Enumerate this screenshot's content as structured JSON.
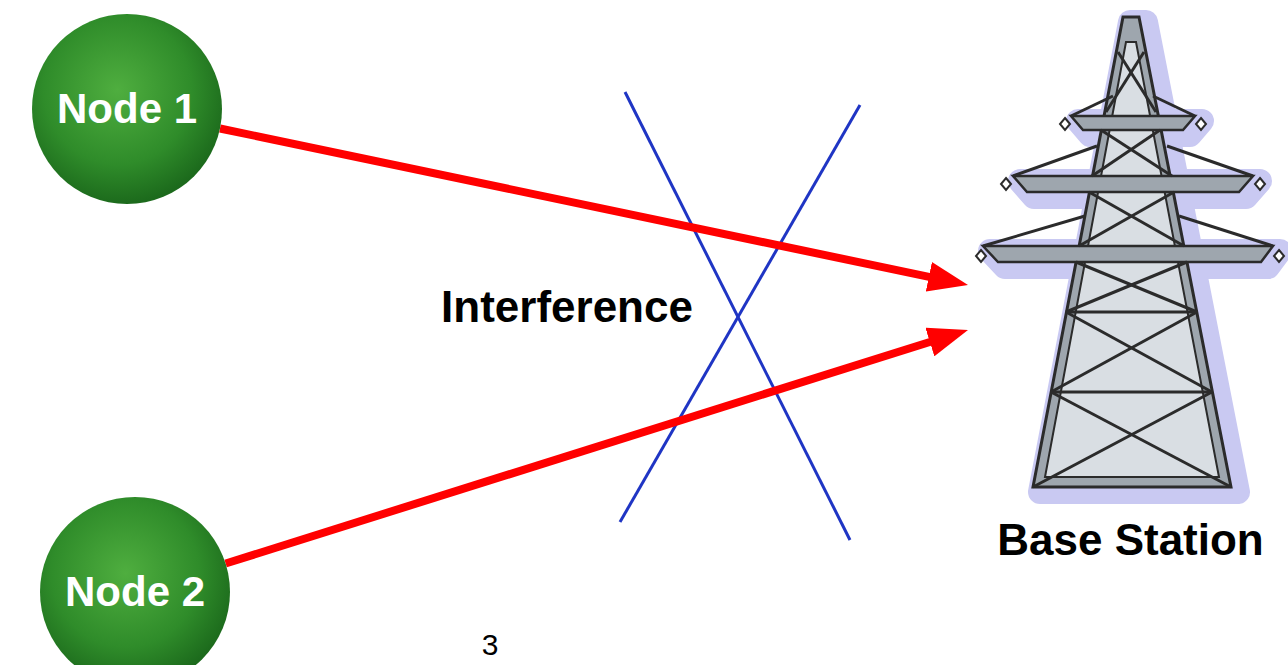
{
  "diagram": {
    "nodes": [
      {
        "text": [
          "Node 1"
        ]
      },
      {
        "text": [
          "Node 2"
        ]
      },
      {
        "text": [
          "Base Station"
        ]
      }
    ],
    "edges": [
      {
        "from": 0,
        "to": 2,
        "arrow": "to"
      },
      {
        "from": 1,
        "to": 2,
        "arrow": "to"
      }
    ],
    "labels": [
      "Interference",
      "3"
    ]
  }
}
